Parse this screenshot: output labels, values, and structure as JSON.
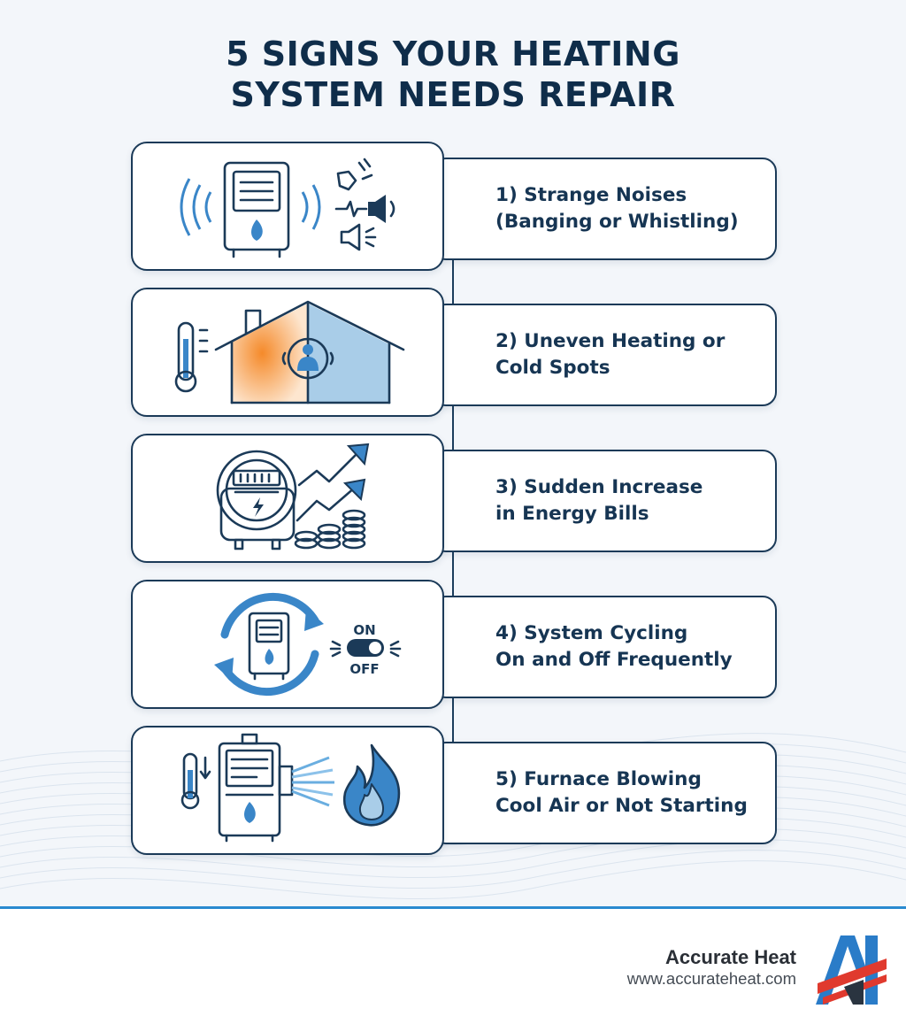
{
  "title": {
    "line1": "5 SIGNS YOUR HEATING",
    "line2": "SYSTEM NEEDS REPAIR"
  },
  "signs": [
    {
      "line1": "1) Strange Noises",
      "line2": "(Banging or Whistling)",
      "icon": "noisy-furnace-icon"
    },
    {
      "line1": "2) Uneven Heating or",
      "line2": "Cold Spots",
      "icon": "house-temperature-icon"
    },
    {
      "line1": "3) Sudden Increase",
      "line2": "in Energy Bills",
      "icon": "energy-meter-rising-cost-icon"
    },
    {
      "line1": "4) System Cycling",
      "line2": "On and Off Frequently",
      "icon": "cycling-furnace-icon"
    },
    {
      "line1": "5) Furnace Blowing",
      "line2": "Cool Air or Not Starting",
      "icon": "cold-air-furnace-icon"
    }
  ],
  "switch": {
    "on": "ON",
    "off": "OFF"
  },
  "footer": {
    "company": "Accurate Heat",
    "url": "www.accurateheat.com"
  },
  "colors": {
    "navy": "#1b3a58",
    "accent_blue": "#3a86c8",
    "warm_orange": "#f59a3a",
    "logo_red": "#e03a2e"
  }
}
